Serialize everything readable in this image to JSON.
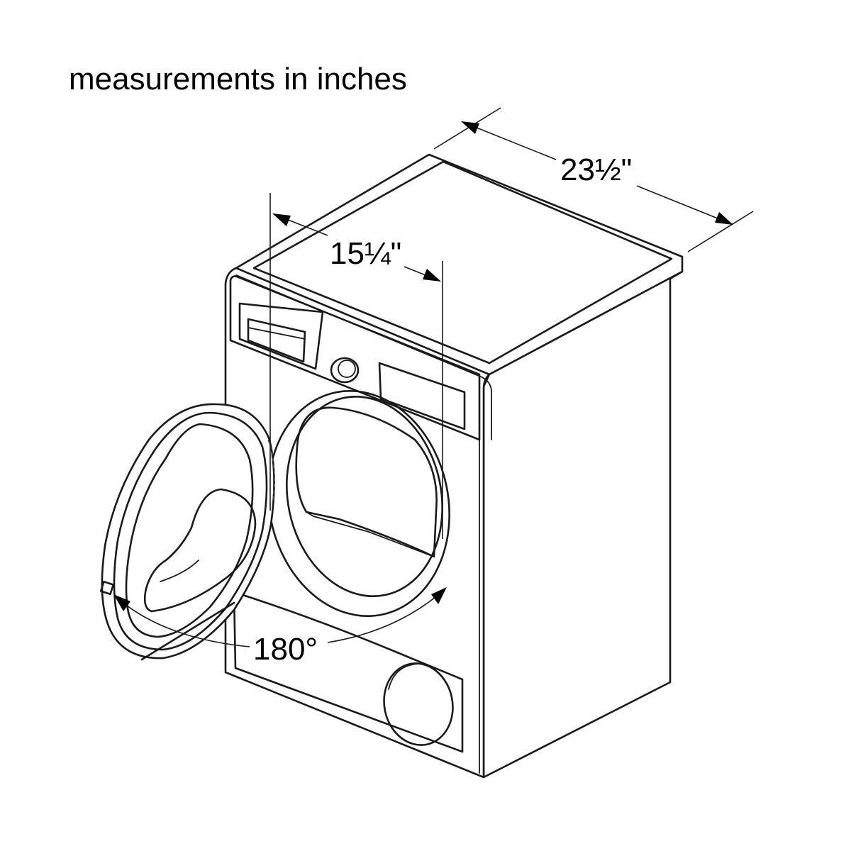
{
  "title": "measurements in inches",
  "dimensions": {
    "depth": "23½\"",
    "door_opening": "15¼\"",
    "door_swing": "180°"
  }
}
